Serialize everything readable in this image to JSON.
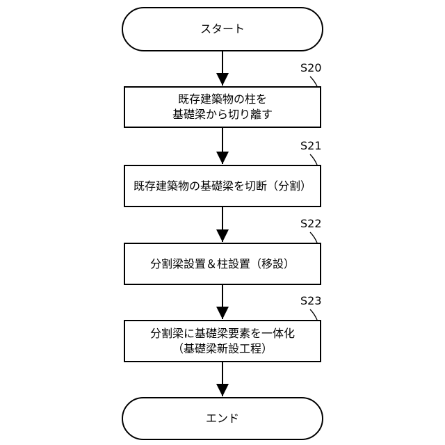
{
  "start": {
    "label": "スタート"
  },
  "end": {
    "label": "エンド"
  },
  "steps": [
    {
      "id": "S20",
      "lines": [
        "既存建築物の柱を",
        "基礎梁から切り離す"
      ]
    },
    {
      "id": "S21",
      "lines": [
        "既存建築物の基礎梁を切断（分割）"
      ]
    },
    {
      "id": "S22",
      "lines": [
        "分割梁設置＆柱設置（移設）"
      ]
    },
    {
      "id": "S23",
      "lines": [
        "分割梁に基礎梁要素を一体化",
        "（基礎梁新設工程）"
      ]
    }
  ]
}
